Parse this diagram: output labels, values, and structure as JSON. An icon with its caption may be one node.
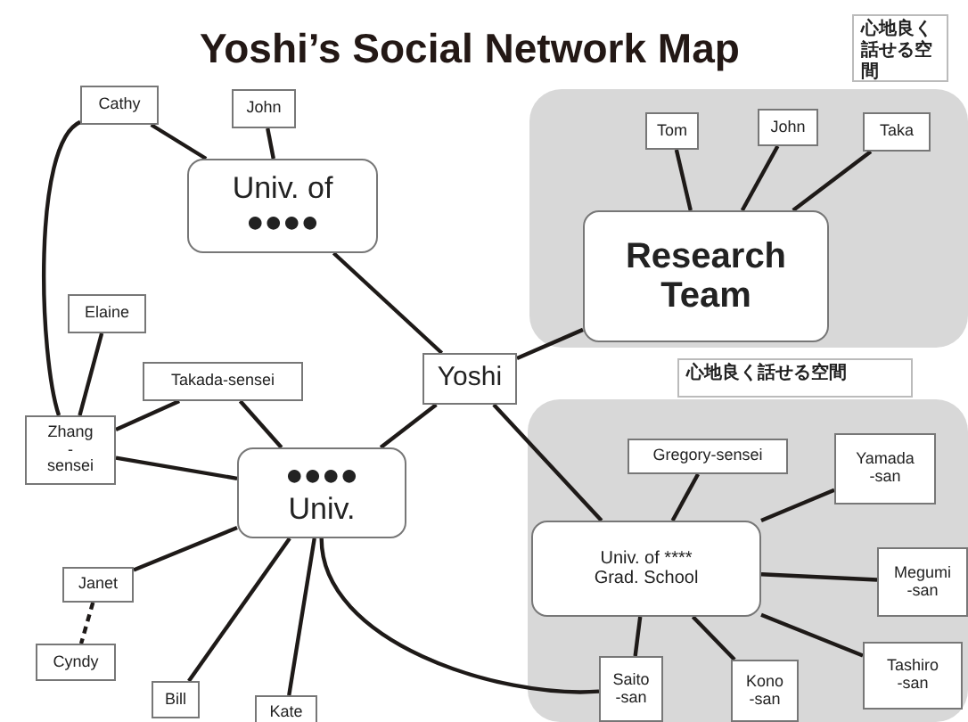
{
  "diagram": {
    "title": "Yoshi’s Social Network Map",
    "nodes": [
      {
        "text": [
          "心地良く話せる空間"
        ]
      },
      {
        "text": [
          "Tom"
        ],
        "in": 0
      },
      {
        "text": [
          "John"
        ],
        "in": 0
      },
      {
        "text": [
          "Taka"
        ],
        "in": 0
      },
      {
        "text": [
          "Research Team"
        ],
        "in": 0
      },
      {
        "text": [
          "Cathy"
        ]
      },
      {
        "text": [
          "John"
        ]
      },
      {
        "text": [
          "Univ. of ●●●●"
        ]
      },
      {
        "text": [
          "Elaine"
        ]
      },
      {
        "text": [
          "Takada-sensei"
        ]
      },
      {
        "text": [
          "Yoshi"
        ]
      },
      {
        "text": [
          "Zhang -sensei"
        ]
      },
      {
        "text": [
          "●●●● Univ."
        ]
      },
      {
        "text": [
          "心地良く話せる空間"
        ]
      },
      {
        "text": [
          "Gregory-sensei"
        ],
        "in": 13
      },
      {
        "text": [
          "Yamada -san"
        ],
        "in": 13
      },
      {
        "text": [
          "Univ. of **** Grad. School"
        ],
        "in": 13
      },
      {
        "text": [
          "Megumi -san"
        ],
        "in": 13
      },
      {
        "text": [
          "Tashiro -san"
        ],
        "in": 13
      },
      {
        "text": [
          "Janet"
        ]
      },
      {
        "text": [
          "Cyndy"
        ]
      },
      {
        "text": [
          "Bill"
        ]
      },
      {
        "text": [
          "Kate"
        ]
      },
      {
        "text": [
          "Saito -san"
        ],
        "in": 13
      },
      {
        "text": [
          "Kono -san"
        ],
        "in": 13
      }
    ],
    "edges": [
      {
        "from": 1,
        "to": 4,
        "arrow": "none"
      },
      {
        "from": 2,
        "to": 4,
        "arrow": "none"
      },
      {
        "from": 3,
        "to": 4,
        "arrow": "none"
      },
      {
        "from": 5,
        "to": 7,
        "arrow": "none"
      },
      {
        "from": 6,
        "to": 7,
        "arrow": "none"
      },
      {
        "from": 5,
        "to": 11,
        "arrow": "none"
      },
      {
        "from": 8,
        "to": 11,
        "arrow": "none"
      },
      {
        "from": 9,
        "to": 11,
        "arrow": "none"
      },
      {
        "from": 9,
        "to": 12,
        "arrow": "none"
      },
      {
        "from": 7,
        "to": 10,
        "arrow": "none"
      },
      {
        "from": 10,
        "to": 4,
        "arrow": "none"
      },
      {
        "from": 10,
        "to": 12,
        "arrow": "none"
      },
      {
        "from": 10,
        "to": 16,
        "arrow": "none"
      },
      {
        "from": 11,
        "to": 12,
        "arrow": "none"
      },
      {
        "from": 19,
        "to": 12,
        "arrow": "none"
      },
      {
        "from": 19,
        "to": 20,
        "arrow": "none",
        "style": "dashed"
      },
      {
        "from": 21,
        "to": 12,
        "arrow": "none"
      },
      {
        "from": 22,
        "to": 12,
        "arrow": "none"
      },
      {
        "from": 12,
        "to": 23,
        "arrow": "none"
      },
      {
        "from": 16,
        "to": 14,
        "arrow": "none"
      },
      {
        "from": 16,
        "to": 15,
        "arrow": "none"
      },
      {
        "from": 16,
        "to": 17,
        "arrow": "none"
      },
      {
        "from": 16,
        "to": 18,
        "arrow": "none"
      },
      {
        "from": 16,
        "to": 24,
        "arrow": "none"
      },
      {
        "from": 16,
        "to": 23,
        "arrow": "none"
      }
    ]
  }
}
